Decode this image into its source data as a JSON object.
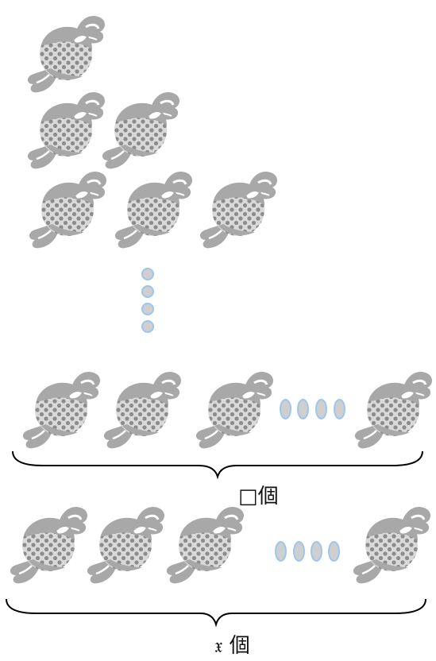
{
  "candy_color": "#a8a8a8",
  "candy_wrapper_color": "#d9d9d9",
  "candy_dot_color": "#8c8c8c",
  "ellipsis_dot_border": "#9cc5ef",
  "icons": {
    "candy": "candy-icon",
    "vertical_ellipsis": "vertical-ellipsis-dots",
    "horizontal_ellipsis": "horizontal-ellipsis-dots"
  },
  "labels": {
    "square_count": "□個",
    "x_symbol": "𝔵",
    "x_count": "個"
  }
}
